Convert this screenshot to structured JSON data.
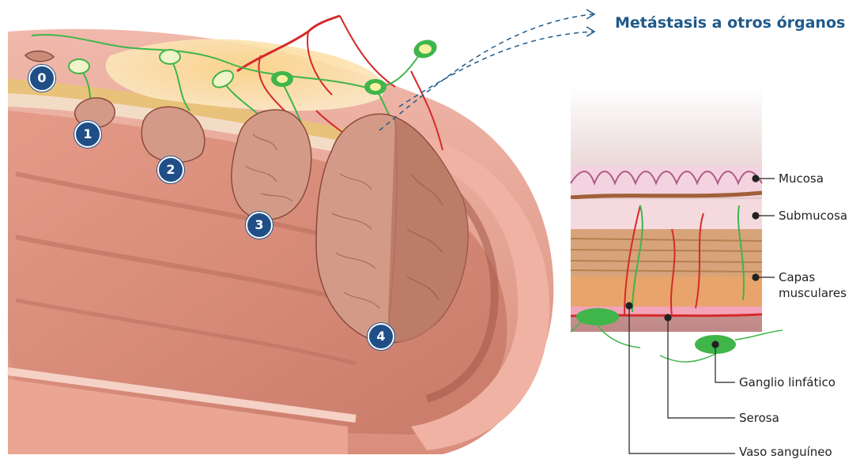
{
  "title": "Metástasis a otros órganos",
  "stages": [
    "0",
    "1",
    "2",
    "3",
    "4"
  ],
  "labels": {
    "mucosa": "Mucosa",
    "submucosa": "Submucosa",
    "capas_1": "Capas",
    "capas_2": "musculares",
    "ganglio": "Ganglio linfático",
    "serosa": "Serosa",
    "vaso": "Vaso sanguíneo"
  },
  "colors": {
    "title_blue": "#1f5a8a",
    "badge_blue": "#1f4f86",
    "colon_pink": "#e7a08e",
    "tumor": "#c98b78",
    "lymph_green": "#3fb54a",
    "vessel_red": "#d42a2a"
  }
}
